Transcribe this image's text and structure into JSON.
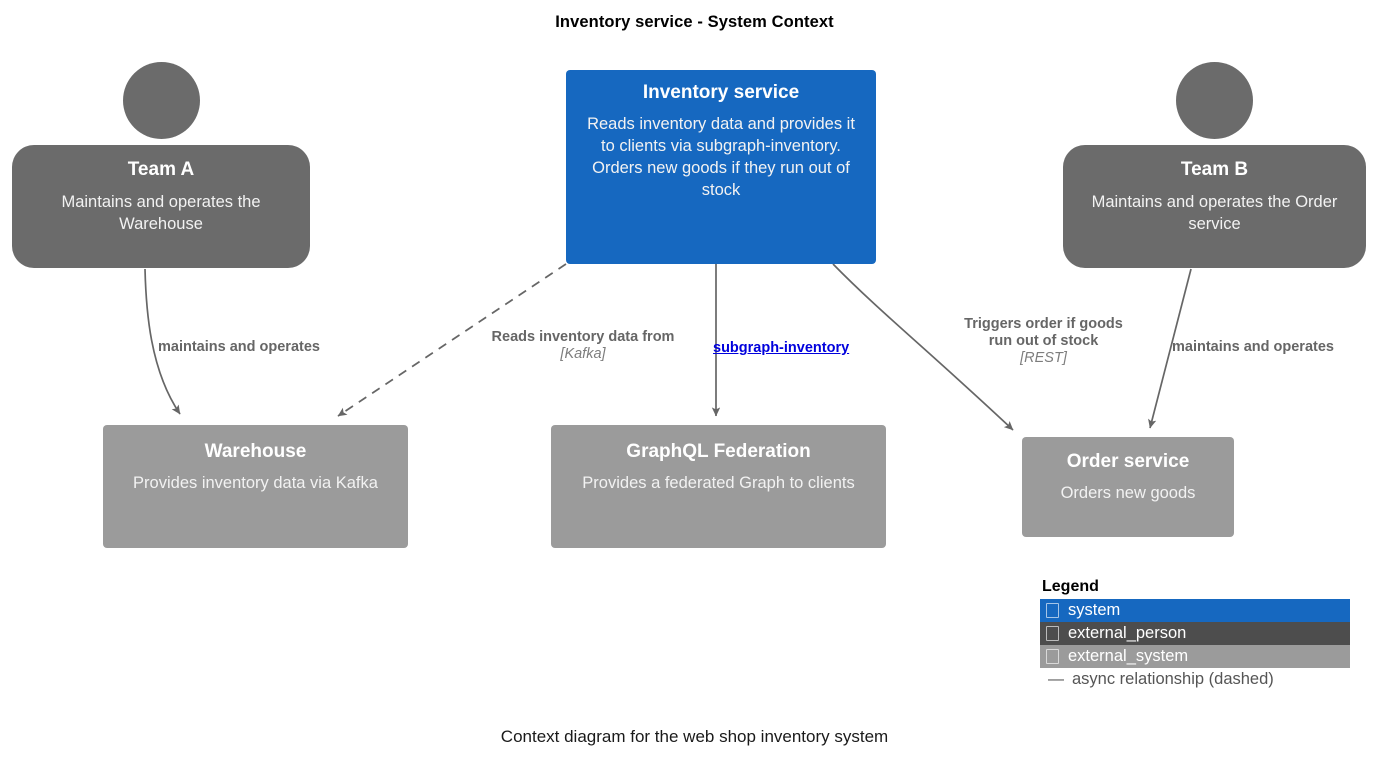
{
  "diagram": {
    "title": "Inventory service - System Context",
    "caption": "Context diagram for the web shop inventory system"
  },
  "colors": {
    "system": "#1668c0",
    "external_person": "#6b6b6b",
    "external_person_legend": "#4d4d4d",
    "external_system": "#9b9b9b",
    "edge": "#666666",
    "link": "#0000dd",
    "background": "#ffffff"
  },
  "nodes": {
    "team_a": {
      "name": "Team A",
      "description": "Maintains and operates the Warehouse",
      "type": "external_person"
    },
    "inventory_service": {
      "name": "Inventory service",
      "description": "Reads inventory data and provides it to clients via subgraph-inventory. Orders new goods if they run out of stock",
      "type": "system"
    },
    "team_b": {
      "name": "Team B",
      "description": "Maintains and operates the Order service",
      "type": "external_person"
    },
    "warehouse": {
      "name": "Warehouse",
      "description": "Provides inventory data via Kafka",
      "type": "external_system"
    },
    "graphql_federation": {
      "name": "GraphQL Federation",
      "description": "Provides a federated Graph to clients",
      "type": "external_system"
    },
    "order_service": {
      "name": "Order service",
      "description": "Orders new goods",
      "type": "external_system"
    }
  },
  "edges": {
    "team_a_warehouse": {
      "label": "maintains and operates",
      "technology": "",
      "style": "solid"
    },
    "inventory_warehouse": {
      "label": "Reads inventory data from",
      "technology": "[Kafka]",
      "style": "dashed"
    },
    "inventory_graphql": {
      "label": "subgraph-inventory",
      "technology": "",
      "style": "solid"
    },
    "inventory_order": {
      "label_line1": "Triggers order if goods",
      "label_line2": "run out of stock",
      "technology": "[REST]",
      "style": "solid"
    },
    "team_b_order": {
      "label": "maintains and operates",
      "technology": "",
      "style": "solid"
    }
  },
  "legend": {
    "title": "Legend",
    "items": [
      {
        "label": "system",
        "key": "system"
      },
      {
        "label": "external_person",
        "key": "external_person"
      },
      {
        "label": "external_system",
        "key": "external_system"
      }
    ],
    "dashed_note": "async relationship (dashed)",
    "dash_glyph": "—"
  }
}
